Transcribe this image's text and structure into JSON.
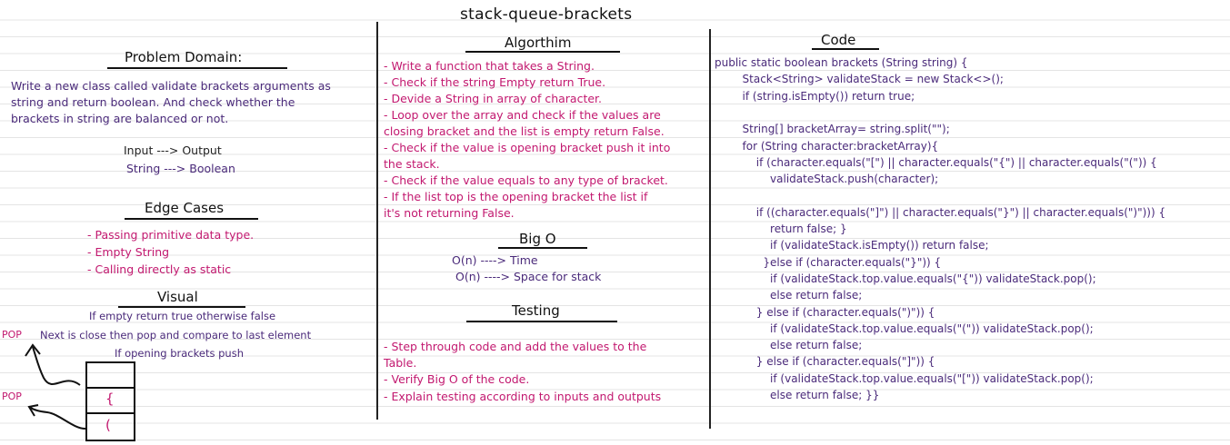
{
  "title": "stack-queue-brackets",
  "problem": {
    "heading": "Problem Domain:",
    "lines": [
      "Write a new class called validate brackets arguments as",
      "string and return boolean. And check whether the",
      "brackets in string are balanced or not."
    ],
    "io": [
      "Input ---> Output",
      "String ---> Boolean"
    ]
  },
  "edge": {
    "heading": "Edge Cases",
    "items": [
      "- Passing primitive data type.",
      "- Empty String",
      "- Calling directly as static"
    ]
  },
  "visual": {
    "heading": "Visual",
    "notes": [
      "If empty return true otherwise false",
      "Next is close then pop and compare to last element",
      "If opening brackets push"
    ],
    "pop_label": "POP",
    "stack_cells": [
      "{",
      "("
    ]
  },
  "algorithm": {
    "heading": "Algorthim",
    "lines": [
      "- Write a function that takes a String.",
      "- Check if the string Empty return True.",
      "- Devide a String in array of character.",
      "- Loop over the array and check if the values are",
      "closing bracket and the list is empty return False.",
      "- Check if the value is opening bracket push it into",
      "the stack.",
      "- Check if the value equals to any type of bracket.",
      "- If the list top is the opening bracket the list if",
      "it's not returning False."
    ]
  },
  "bigo": {
    "heading": "Big O",
    "lines": [
      "O(n) ----> Time",
      "O(n) ----> Space for stack"
    ]
  },
  "testing": {
    "heading": "Testing",
    "lines": [
      "- Step through code and add the values to the",
      "Table.",
      "- Verify Big O of the code.",
      "- Explain testing according to inputs and outputs"
    ]
  },
  "code": {
    "heading": "Code",
    "lines": [
      "public static boolean brackets (String string) {",
      "        Stack<String> validateStack = new Stack<>();",
      "        if (string.isEmpty()) return true;",
      "",
      "        String[] bracketArray= string.split(\"\");",
      "        for (String character:bracketArray){",
      "            if (character.equals(\"[\") || character.equals(\"{\") || character.equals(\"(\")) {",
      "                validateStack.push(character);",
      "",
      "            if ((character.equals(\"]\") || character.equals(\"}\") || character.equals(\")\"))) {",
      "                return false; }",
      "                if (validateStack.isEmpty()) return false;",
      "              }else if (character.equals(\"}\")) {",
      "                if (validateStack.top.value.equals(\"{\")) validateStack.pop();",
      "                else return false;",
      "            } else if (character.equals(\")\")) {",
      "                if (validateStack.top.value.equals(\"(\")) validateStack.pop();",
      "                else return false;",
      "            } else if (character.equals(\"]\")) {",
      "                if (validateStack.top.value.equals(\"[\")) validateStack.pop();",
      "                else return false; }}"
    ]
  }
}
